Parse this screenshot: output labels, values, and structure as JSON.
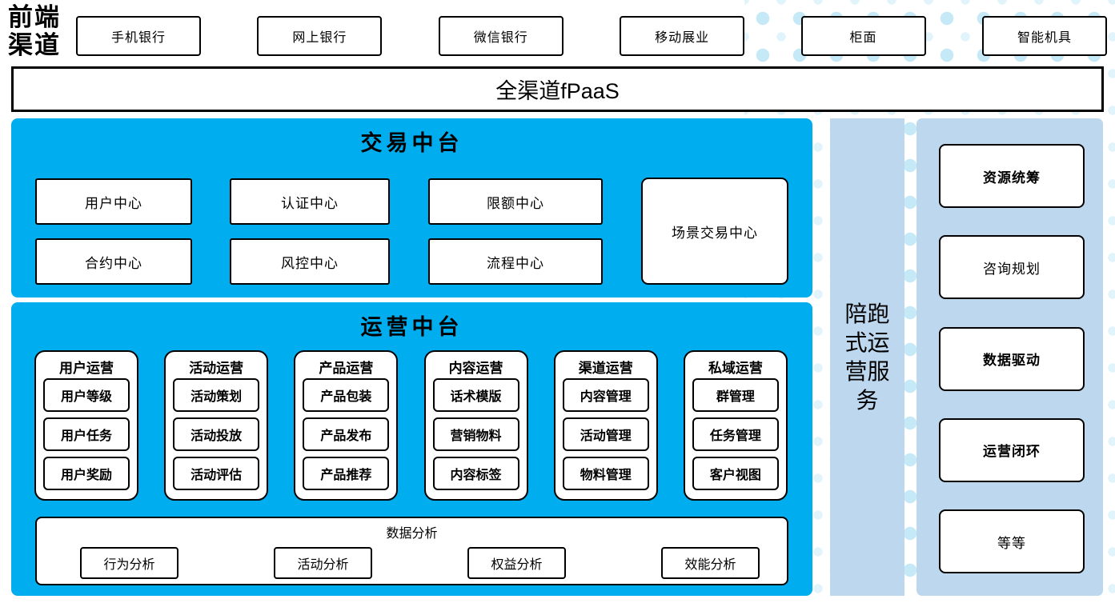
{
  "front_channels": {
    "label": "前端渠道",
    "channels": [
      "手机银行",
      "网上银行",
      "微信银行",
      "移动展业",
      "柜面",
      "智能机具"
    ]
  },
  "fpaas": {
    "label": "全渠道fPaaS"
  },
  "transaction_platform": {
    "title": "交易中台",
    "centers": [
      "用户中心",
      "认证中心",
      "限额中心",
      "合约中心",
      "风控中心",
      "流程中心"
    ],
    "tall_box": "场景交易中心"
  },
  "operation_platform": {
    "title": "运营中台",
    "columns": [
      {
        "title": "用户运营",
        "items": [
          "用户等级",
          "用户任务",
          "用户奖励"
        ]
      },
      {
        "title": "活动运营",
        "items": [
          "活动策划",
          "活动投放",
          "活动评估"
        ]
      },
      {
        "title": "产品运营",
        "items": [
          "产品包装",
          "产品发布",
          "产品推荐"
        ]
      },
      {
        "title": "内容运营",
        "items": [
          "话术模版",
          "营销物料",
          "内容标签"
        ]
      },
      {
        "title": "渠道运营",
        "items": [
          "内容管理",
          "活动管理",
          "物料管理"
        ]
      },
      {
        "title": "私域运营",
        "items": [
          "群管理",
          "任务管理",
          "客户视图"
        ]
      }
    ],
    "analysis": {
      "title": "数据分析",
      "items": [
        "行为分析",
        "活动分析",
        "权益分析",
        "效能分析"
      ]
    }
  },
  "side_bar": {
    "label": "陪跑式运营服务"
  },
  "right_panel": {
    "items": [
      {
        "label": "资源统筹",
        "bold": true
      },
      {
        "label": "咨询规划",
        "bold": false
      },
      {
        "label": "数据驱动",
        "bold": true
      },
      {
        "label": "运营闭环",
        "bold": true
      },
      {
        "label": "等等",
        "bold": false
      }
    ]
  },
  "colors": {
    "accent_blue": "#00AEEF",
    "light_blue": "#BDD7EE",
    "dot_light": "#dff3fb",
    "dot_medium": "#bfe7f7"
  }
}
